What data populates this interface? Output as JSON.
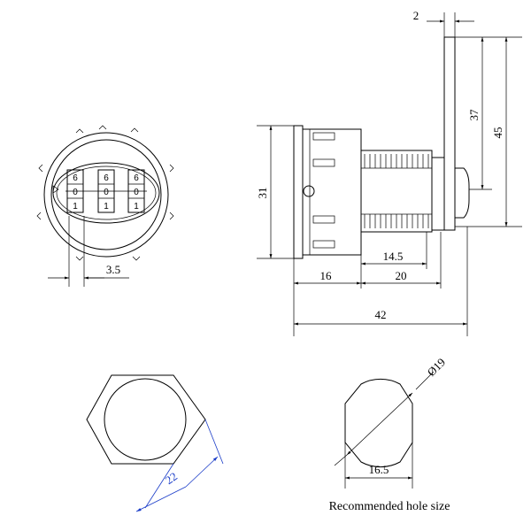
{
  "colors": {
    "ink": "#000000",
    "accent_dim": "#1a3cc8",
    "background": "#ffffff"
  },
  "front_view": {
    "dial_digits": [
      [
        "6",
        "0",
        "1"
      ],
      [
        "6",
        "0",
        "1"
      ],
      [
        "6",
        "0",
        "1"
      ]
    ],
    "dim_dial_offset": "3.5"
  },
  "side_view": {
    "dim_cam_thickness": "2",
    "dim_cam_inner": "37",
    "dim_cam_outer": "45",
    "dim_flange_dia": "31",
    "dim_thread": "14.5",
    "dim_flange_len": "16",
    "dim_body_len": "20",
    "dim_total_len": "42"
  },
  "hex_view": {
    "dim_hex": "22"
  },
  "hole_view": {
    "dim_hole_dia": "Ø19",
    "dim_hole_flat": "16.5",
    "caption": "Recommended hole size"
  }
}
